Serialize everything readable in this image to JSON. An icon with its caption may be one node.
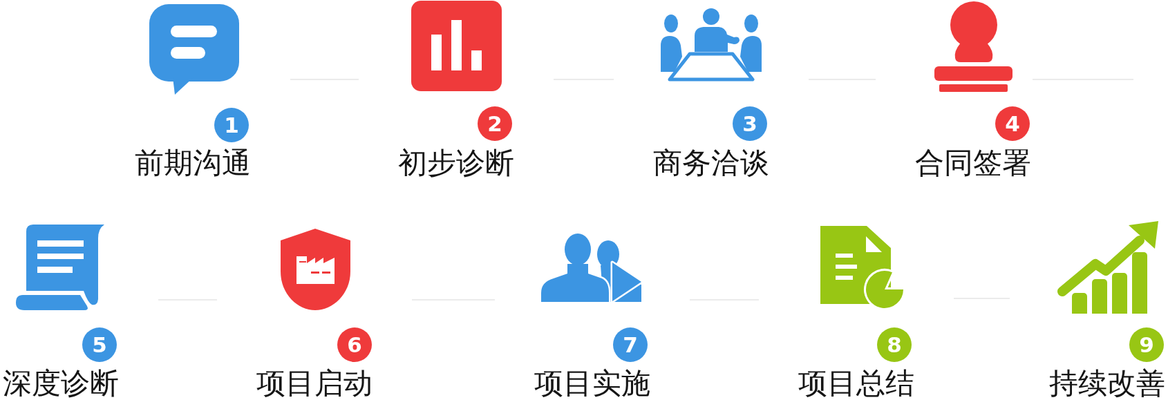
{
  "diagram": {
    "nodes": [
      {
        "text": [
          "1",
          "前期沟通"
        ]
      },
      {
        "text": [
          "2",
          "初步诊断"
        ]
      },
      {
        "text": [
          "3",
          "商务洽谈"
        ]
      },
      {
        "text": [
          "4",
          "合同签署"
        ]
      },
      {
        "text": [
          "5",
          "深度诊断"
        ]
      },
      {
        "text": [
          "6",
          "项目启动"
        ]
      },
      {
        "text": [
          "7",
          "项目实施"
        ]
      },
      {
        "text": [
          "8",
          "项目总结"
        ]
      },
      {
        "text": [
          "9",
          "持续改善"
        ]
      }
    ],
    "edges": [
      {
        "from": 0,
        "to": 1,
        "arrow": "none"
      },
      {
        "from": 1,
        "to": 2,
        "arrow": "none"
      },
      {
        "from": 2,
        "to": 3,
        "arrow": "none"
      },
      {
        "from": 3,
        "to": null,
        "arrow": "none"
      },
      {
        "from": 4,
        "to": 5,
        "arrow": "none"
      },
      {
        "from": 5,
        "to": 6,
        "arrow": "none"
      },
      {
        "from": 6,
        "to": 7,
        "arrow": "none"
      },
      {
        "from": 7,
        "to": 8,
        "arrow": "none"
      }
    ]
  }
}
